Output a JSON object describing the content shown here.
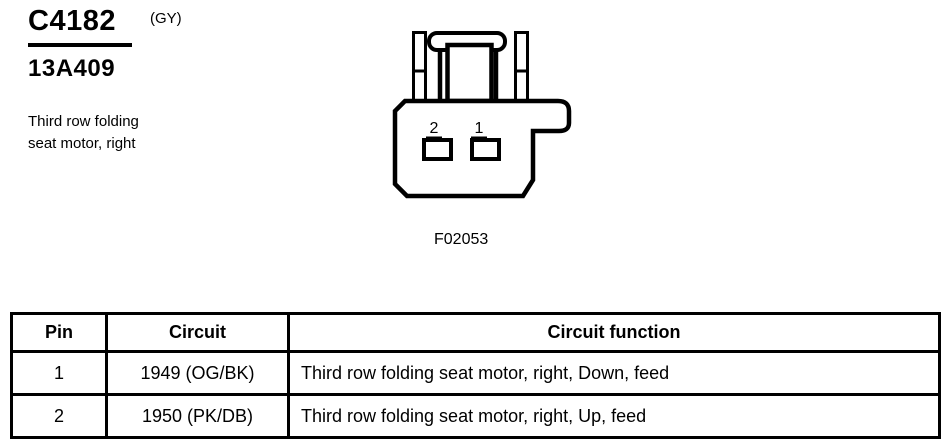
{
  "header": {
    "connector_id": "C4182",
    "connector_color_code": "(GY)",
    "part_number": "13A409",
    "description_lines": [
      "Third row folding",
      "seat motor, right"
    ]
  },
  "connector_drawing": {
    "figure_label": "F02053",
    "cavity_labels": [
      "2",
      "1"
    ]
  },
  "pin_table": {
    "headers": [
      "Pin",
      "Circuit",
      "Circuit function"
    ],
    "rows": [
      [
        "1",
        "1949 (OG/BK)",
        "Third row folding seat motor, right, Down, feed"
      ],
      [
        "2",
        "1950 (PK/DB)",
        "Third row folding seat motor, right, Up, feed"
      ]
    ]
  },
  "colors": {
    "ink": "#000000",
    "paper": "#ffffff"
  }
}
